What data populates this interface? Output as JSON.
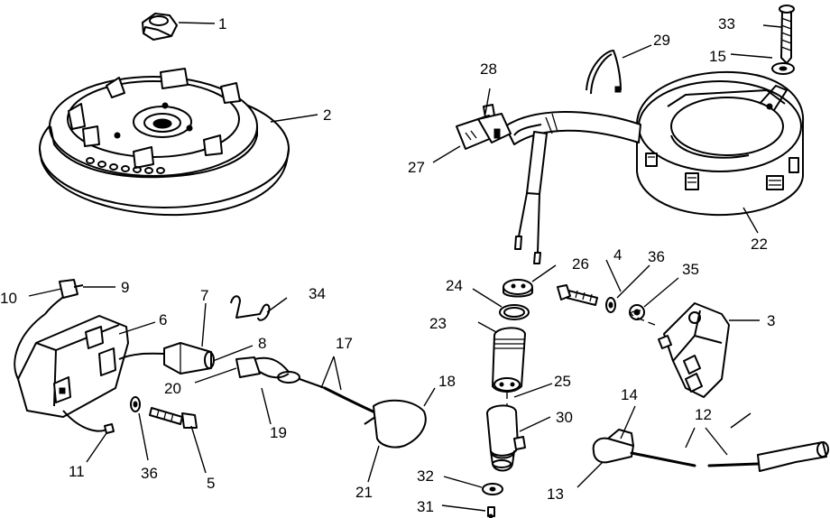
{
  "diagram": {
    "callouts": {
      "c1": "1",
      "c2": "2",
      "c3": "3",
      "c4": "4",
      "c5": "5",
      "c6": "6",
      "c7": "7",
      "c8": "8",
      "c9": "9",
      "c10": "10",
      "c11": "11",
      "c12": "12",
      "c13": "13",
      "c14": "14",
      "c15": "15",
      "c17": "17",
      "c18": "18",
      "c19": "19",
      "c20": "20",
      "c21": "21",
      "c22": "22",
      "c23": "23",
      "c24": "24",
      "c25": "25",
      "c26": "26",
      "c27": "27",
      "c28": "28",
      "c29": "29",
      "c30": "30",
      "c31": "31",
      "c32": "32",
      "c33": "33",
      "c34": "34",
      "c35": "35",
      "c36a": "36",
      "c36b": "36"
    }
  }
}
